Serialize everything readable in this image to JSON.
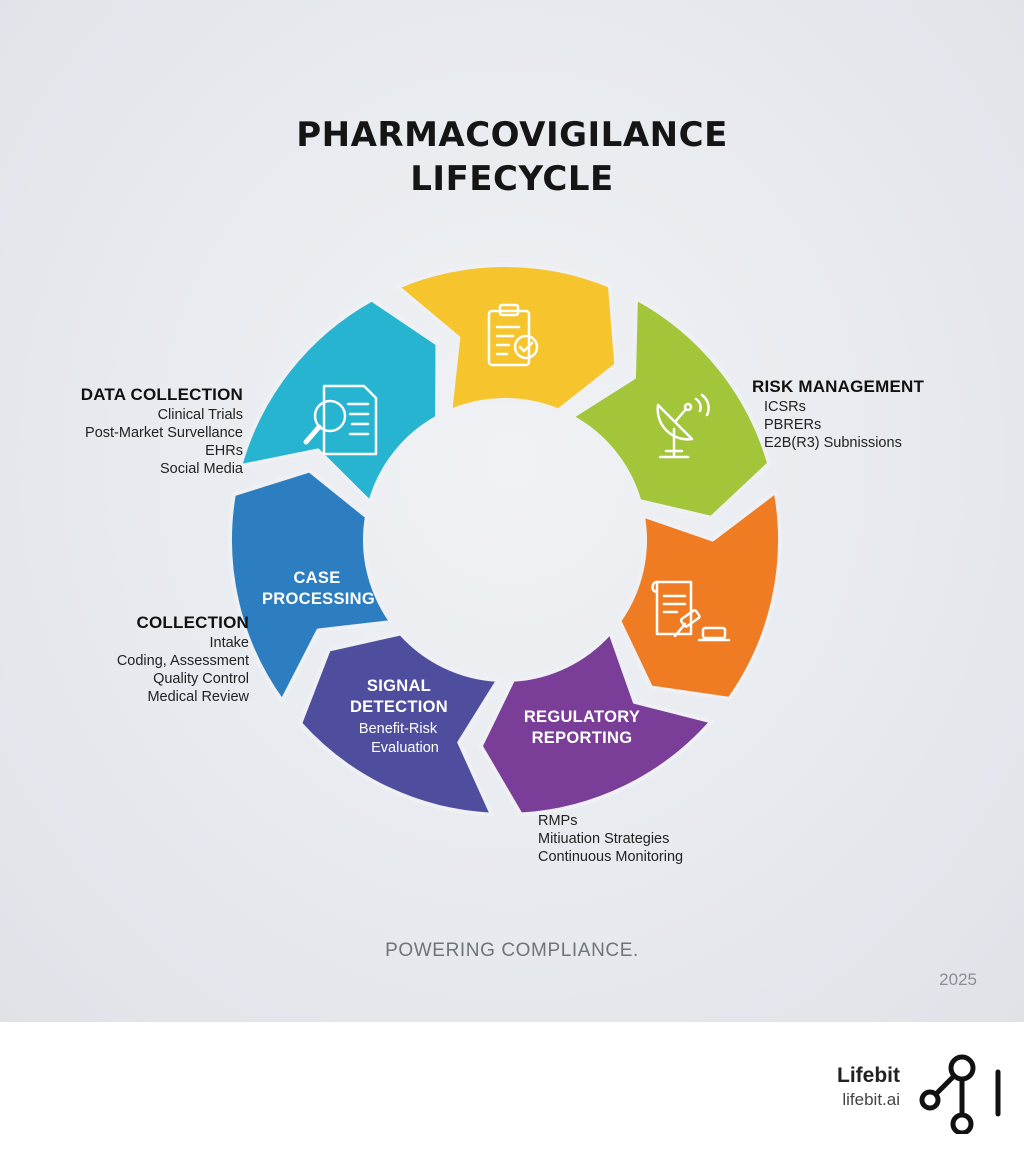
{
  "title": {
    "line1": "PHARMACOVIGILANCE",
    "line2": "LIFECYCLE"
  },
  "colors": {
    "yellow": "#F6C52D",
    "green": "#A3C53A",
    "orange": "#EF7B22",
    "purple": "#7A3E99",
    "indigo": "#4F4E9E",
    "blue": "#2D7EC0",
    "teal": "#27B4D0"
  },
  "segments": [
    {
      "color": "yellow",
      "icon": "clipboard-check-icon"
    },
    {
      "color": "green",
      "icon": "satellite-dish-icon"
    },
    {
      "color": "orange",
      "icon": "legal-document-gavel-icon"
    },
    {
      "color": "purple",
      "label": [
        "REGULATORY",
        "REPORTING"
      ]
    },
    {
      "color": "indigo",
      "label": [
        "SIGNAL",
        "DETECTION"
      ],
      "sub": [
        "Benefit-Risk",
        "Evaluation"
      ]
    },
    {
      "color": "blue",
      "label": [
        "CASE",
        "PROCESSING"
      ]
    },
    {
      "color": "teal",
      "icon": "document-search-icon"
    }
  ],
  "data_collection": {
    "heading": "DATA COLLECTION",
    "items": [
      "Clinical Trials",
      "Post-Market Survellance",
      "EHRs",
      "Social Media"
    ]
  },
  "collection": {
    "heading": "COLLECTION",
    "items": [
      "Intake",
      "Coding, Assessment",
      "Quality Control",
      "Medical Review"
    ]
  },
  "risk_management": {
    "heading": "RISK MANAGEMENT",
    "items": [
      "ICSRs",
      "PBRERs",
      "E2B(R3) Subnissions"
    ]
  },
  "bottom_list": {
    "items": [
      "RMPs",
      "Mitiuation Strategies",
      "Continuous Monitoring"
    ]
  },
  "tagline": "POWERING COMPLIANCE.",
  "year": "2025",
  "footer": {
    "brand": "Lifebit",
    "url": "lifebit.ai",
    "logo_icon": "lifebit-logo-icon"
  }
}
